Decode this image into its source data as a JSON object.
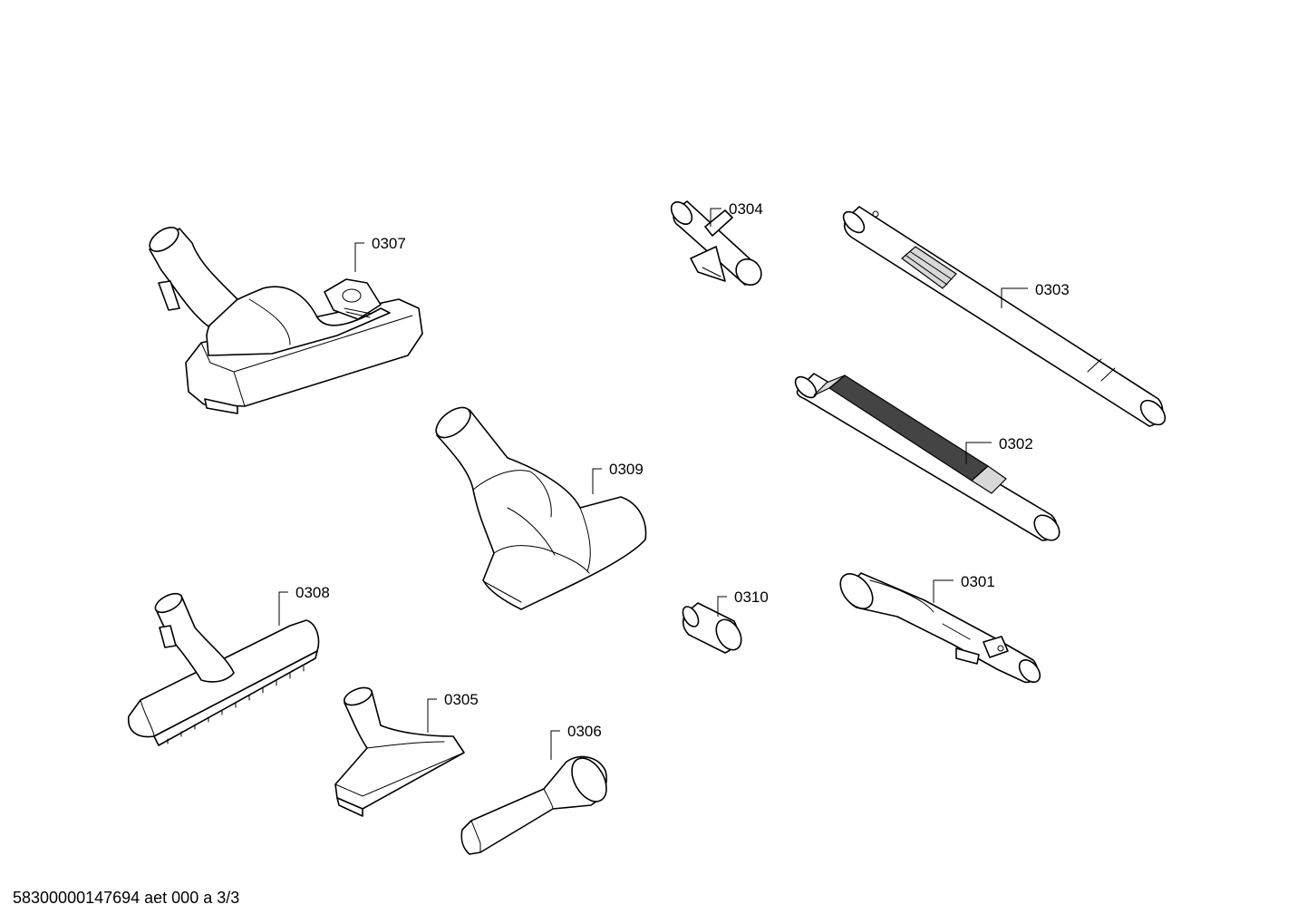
{
  "parts": [
    {
      "id": "p0301",
      "label": "0301",
      "icon": "hose-handle-icon"
    },
    {
      "id": "p0302",
      "label": "0302",
      "icon": "flexible-hose-icon"
    },
    {
      "id": "p0303",
      "label": "0303",
      "icon": "telescopic-tube-icon"
    },
    {
      "id": "p0304",
      "label": "0304",
      "icon": "tube-clip-icon"
    },
    {
      "id": "p0305",
      "label": "0305",
      "icon": "upholstery-nozzle-icon"
    },
    {
      "id": "p0306",
      "label": "0306",
      "icon": "crevice-tool-icon"
    },
    {
      "id": "p0307",
      "label": "0307",
      "icon": "floor-nozzle-icon"
    },
    {
      "id": "p0308",
      "label": "0308",
      "icon": "parquet-brush-icon"
    },
    {
      "id": "p0309",
      "label": "0309",
      "icon": "turbo-brush-icon"
    },
    {
      "id": "p0310",
      "label": "0310",
      "icon": "adapter-sleeve-icon"
    }
  ],
  "document_id": "58300000147694 aet 000 a 3/3"
}
